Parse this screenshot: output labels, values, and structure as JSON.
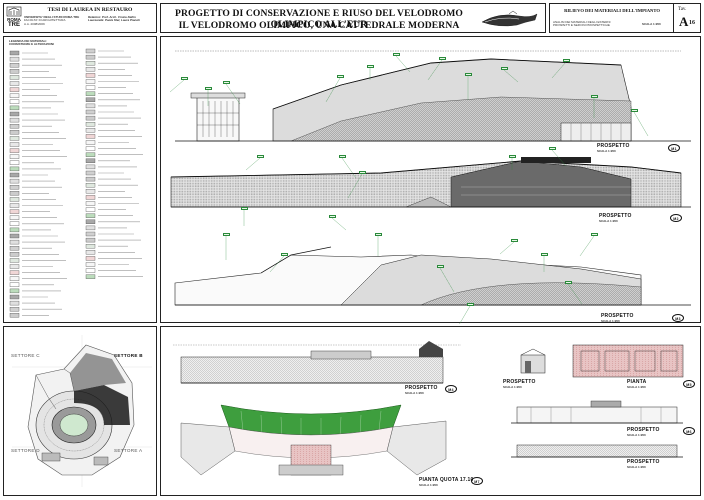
{
  "header": {
    "logo_line1": "ROMA",
    "logo_line2": "TRE",
    "thesis_title": "TESI DI LAUREA IN RESTAURO",
    "university_lines": [
      "UNIVERSITA' DEGLI STUDI ROMA TRE",
      "FACOLTA' DI ARCHITETTURA",
      "A.A. 2008/2009"
    ],
    "relatore": "Relatore: Prof. Arch. Cinzia Dallin",
    "laureando": "Laureanda: Paola Stel, Laura Pianeti",
    "main_title_line1": "PROGETTO DI CONSERVAZIONE E RIUSO DEL VELODROMO OLIMPICO ALL'EUR",
    "main_title_line2": "IL VELODROMO OLIMPICO, UNA CATTEDRALE MODERNA",
    "sheet_title": "RILIEVO DEI MATERIALI DELL'IMPIANTO",
    "sheet_subtitle_lines": [
      "ANALISI DEI MATERIALI DEGLI ESTERNI",
      "PROSPETTI E SEZIONI PROSPETTICHE"
    ],
    "scale": "SCALA 1:200",
    "tav_label": "Tav.",
    "tav_letter": "A",
    "tav_number": "16"
  },
  "left_panel": {
    "heading_lines": [
      "LEGENDA DEI MATERIALI",
      "CONSISTENZE E ALTERAZIONI"
    ]
  },
  "drawings": {
    "prospetto_label": "PROSPETTO",
    "scala_label": "SCALA 1:200",
    "pianta_label": "PIANTA",
    "pianta_quota_label": "PIANTA QUOTA 17.10",
    "markers": [
      "M1",
      "M2",
      "M3",
      "M4",
      "M5",
      "M6",
      "M7"
    ]
  },
  "key_plan": {
    "sectors": [
      "SETTORE C",
      "SETTORE B",
      "SETTORE D",
      "SETTORE A"
    ]
  }
}
